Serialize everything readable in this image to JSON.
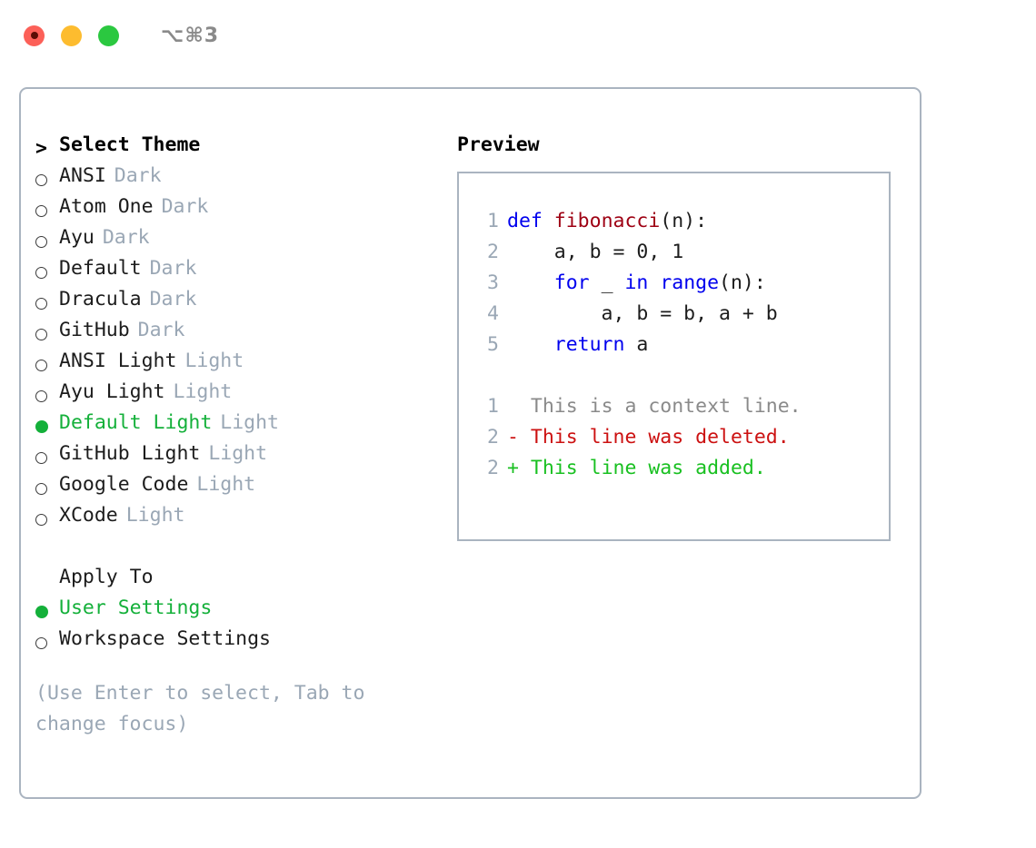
{
  "titlebar": {
    "shortcut": "⌥⌘3",
    "buttons": [
      {
        "name": "close",
        "color": "#fc6058"
      },
      {
        "name": "minimize",
        "color": "#fdbc2f"
      },
      {
        "name": "maximize",
        "color": "#2bc840"
      }
    ]
  },
  "colors": {
    "accent_green": "#14b03a",
    "tag_grey": "#9aa7b5",
    "border": "#aab4c0",
    "keyword_blue": "#0000ee",
    "function_red": "#9e0013",
    "diff_add": "#19c021",
    "diff_del": "#cc1111",
    "diff_ctx": "#8a8a8a"
  },
  "theme_list": {
    "header": "Select Theme",
    "header_marker": ">",
    "items": [
      {
        "name": "ANSI",
        "tag": "Dark",
        "selected": false
      },
      {
        "name": "Atom One",
        "tag": "Dark",
        "selected": false
      },
      {
        "name": "Ayu",
        "tag": "Dark",
        "selected": false
      },
      {
        "name": "Default",
        "tag": "Dark",
        "selected": false
      },
      {
        "name": "Dracula",
        "tag": "Dark",
        "selected": false
      },
      {
        "name": "GitHub",
        "tag": "Dark",
        "selected": false
      },
      {
        "name": "ANSI Light",
        "tag": "Light",
        "selected": false
      },
      {
        "name": "Ayu Light",
        "tag": "Light",
        "selected": false
      },
      {
        "name": "Default Light",
        "tag": "Light",
        "selected": true
      },
      {
        "name": "GitHub Light",
        "tag": "Light",
        "selected": false
      },
      {
        "name": "Google Code",
        "tag": "Light",
        "selected": false
      },
      {
        "name": "XCode",
        "tag": "Light",
        "selected": false
      }
    ]
  },
  "apply_to": {
    "header": "Apply To",
    "items": [
      {
        "name": "User Settings",
        "selected": true
      },
      {
        "name": "Workspace Settings",
        "selected": false
      }
    ]
  },
  "hint": "(Use Enter to select, Tab to change focus)",
  "preview": {
    "title": "Preview",
    "code_lines": [
      {
        "no": "1",
        "tokens": [
          {
            "t": "def",
            "c": "kw"
          },
          {
            "t": " ",
            "c": "pl"
          },
          {
            "t": "fibonacci",
            "c": "fn"
          },
          {
            "t": "(n):",
            "c": "pl"
          }
        ]
      },
      {
        "no": "2",
        "tokens": [
          {
            "t": "    a, b = 0, 1",
            "c": "pl"
          }
        ]
      },
      {
        "no": "3",
        "tokens": [
          {
            "t": "    ",
            "c": "pl"
          },
          {
            "t": "for",
            "c": "kw"
          },
          {
            "t": " _ ",
            "c": "pl"
          },
          {
            "t": "in",
            "c": "kw"
          },
          {
            "t": " ",
            "c": "pl"
          },
          {
            "t": "range",
            "c": "kw"
          },
          {
            "t": "(n):",
            "c": "pl"
          }
        ]
      },
      {
        "no": "4",
        "tokens": [
          {
            "t": "        a, b = b, a + b",
            "c": "pl"
          }
        ]
      },
      {
        "no": "5",
        "tokens": [
          {
            "t": "    ",
            "c": "pl"
          },
          {
            "t": "return",
            "c": "kw"
          },
          {
            "t": " a",
            "c": "pl"
          }
        ]
      }
    ],
    "diff_lines": [
      {
        "no": "1",
        "sign": " ",
        "text": "This is a context line.",
        "kind": "ctx"
      },
      {
        "no": "2",
        "sign": "-",
        "text": "This line was deleted.",
        "kind": "del"
      },
      {
        "no": "2",
        "sign": "+",
        "text": "This line was added.",
        "kind": "add"
      }
    ]
  }
}
